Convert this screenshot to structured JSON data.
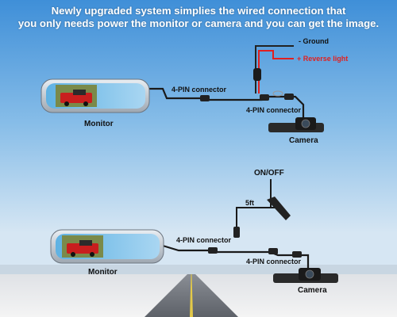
{
  "headline": {
    "line1": "Newly upgraded system simplies the wired connection that",
    "line2": "you only needs power the monitor or camera and you can get the image."
  },
  "top_diagram": {
    "ground_label": "- Ground",
    "reverse_label": "+ Reverse light",
    "connector_left_label": "4-PIN connector",
    "connector_right_label": "4-PIN connector",
    "monitor_label": "Monitor",
    "camera_label": "Camera"
  },
  "bottom_diagram": {
    "switch_label": "ON/OFF",
    "length_label": "5ft",
    "connector_left_label": "4-PIN connector",
    "connector_right_label": "4-PIN connector",
    "monitor_label": "Monitor",
    "camera_label": "Camera"
  },
  "colors": {
    "sky_top": "#3f8fd8",
    "sky_bottom": "#d6e6f3",
    "ground_wire": "#222222",
    "reverse_wire": "#e02020",
    "cable": "#1a1a1a",
    "screen": "#69b8e6"
  }
}
